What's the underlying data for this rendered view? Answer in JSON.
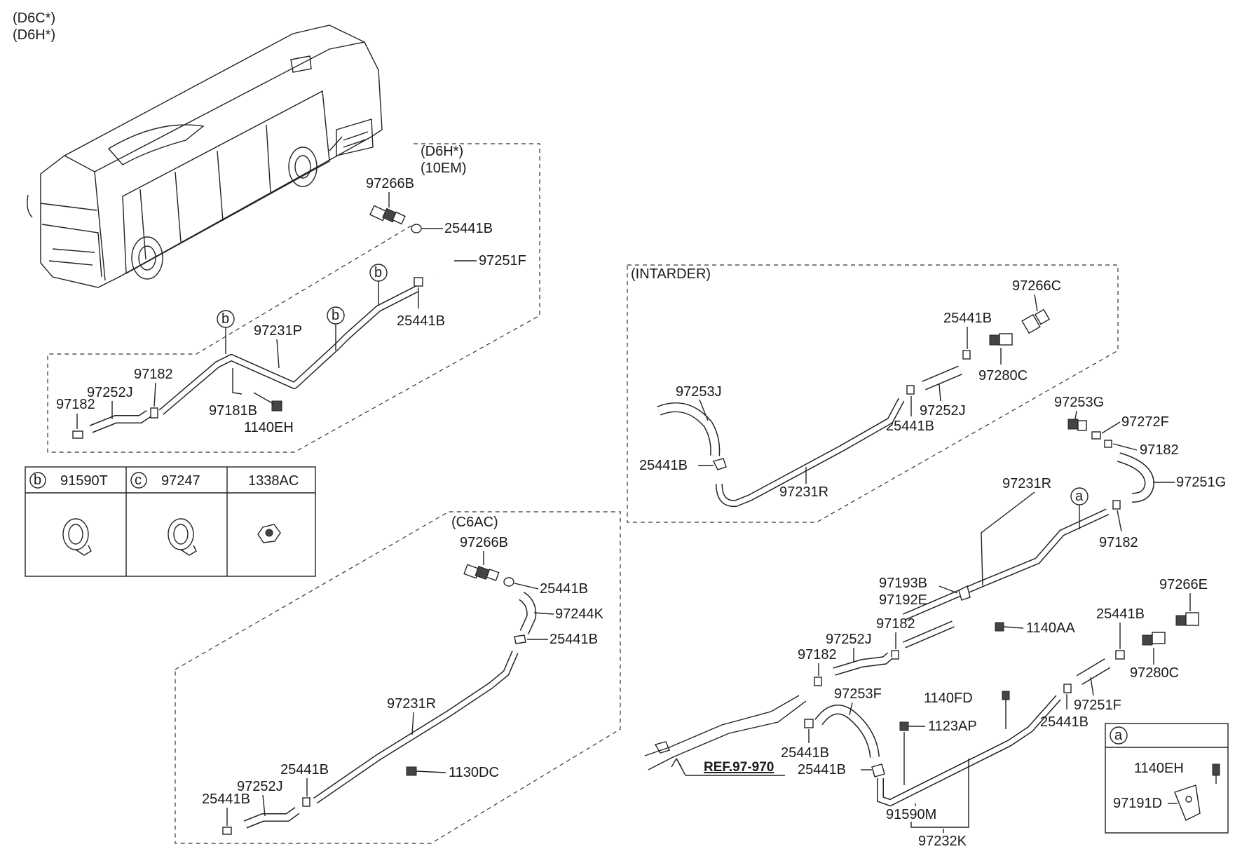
{
  "header": {
    "engine_line1": "(D6C*)",
    "engine_line2": "(D6H*)"
  },
  "sections": {
    "d6h": {
      "title1": "(D6H*)",
      "title2": "(10EM)"
    },
    "intarder": {
      "title": "(INTARDER)"
    },
    "c6ac": {
      "title": "(C6AC)"
    }
  },
  "labels": {
    "d6h": {
      "p97266b": "97266B",
      "p25441b_a": "25441B",
      "p97251f": "97251F",
      "p25441b_b": "25441B",
      "p97231p": "97231P",
      "p97182_a": "97182",
      "p97252j": "97252J",
      "p97182_b": "97182",
      "p97181b": "97181B",
      "p1140eh": "1140EH",
      "callout_b1": "b",
      "callout_b2": "b",
      "callout_b3": "b"
    },
    "intarder": {
      "p97266c": "97266C",
      "p25441b_a": "25441B",
      "p97280c": "97280C",
      "p97253j": "97253J",
      "p25441b_b": "25441B",
      "p97252j": "97252J",
      "p25441b_c": "25441B",
      "p97231r": "97231R"
    },
    "right": {
      "p97253g": "97253G",
      "p97272f": "97272F",
      "p97182_a": "97182",
      "p97251g": "97251G",
      "p97231r": "97231R",
      "p97182_b": "97182",
      "callout_a": "a",
      "p97193b": "97193B",
      "p97192e": "97192E",
      "p1140aa": "1140AA",
      "p97182_c": "97182",
      "p97252j": "97252J",
      "p97182_d": "97182",
      "p97253f": "97253F",
      "p25441b_a": "25441B",
      "p25441b_b": "25441B",
      "p1140fd": "1140FD",
      "p1123ap": "1123AP",
      "p91590m": "91590M",
      "p97232k": "97232K",
      "p25441b_c": "25441B",
      "p97251f": "97251F",
      "p97266e": "97266E",
      "p25441b_d": "25441B",
      "p97280c": "97280C",
      "ref": "REF.97-970"
    },
    "c6ac": {
      "p97266b": "97266B",
      "p25441b_a": "25441B",
      "p97244k": "97244K",
      "p25441b_b": "25441B",
      "p97231r": "97231R",
      "p1130dc": "1130DC",
      "p25441b_c": "25441B",
      "p97252j": "97252J",
      "p25441b_d": "25441B"
    }
  },
  "legend_table": {
    "cells": [
      {
        "marker": "b",
        "part": "91590T"
      },
      {
        "marker": "c",
        "part": "97247"
      },
      {
        "marker": "",
        "part": "1338AC"
      }
    ]
  },
  "detail_a": {
    "marker": "a",
    "p1140eh": "1140EH",
    "p97191d": "97191D"
  }
}
